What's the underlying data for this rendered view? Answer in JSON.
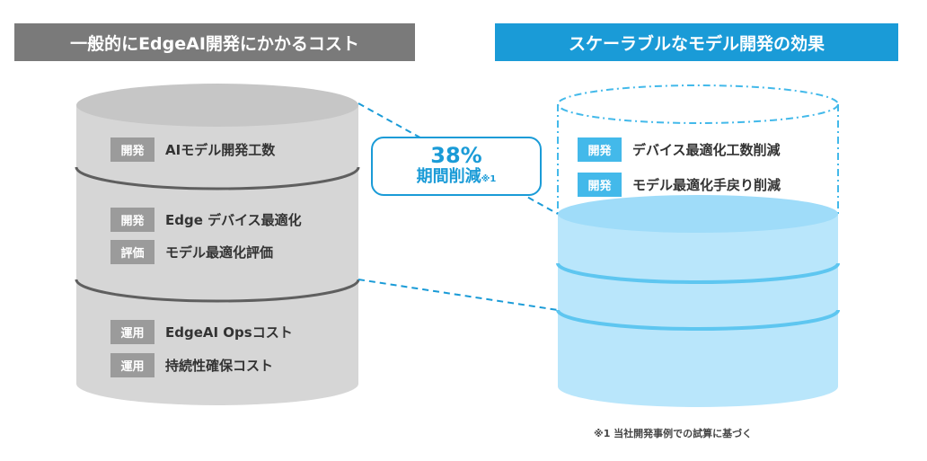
{
  "headers": {
    "left": "一般的にEdgeAI開発にかかるコスト",
    "right": "スケーラブルなモデル開発の効果"
  },
  "left_items": [
    {
      "tag": "開発",
      "label": "AIモデル開発工数"
    },
    {
      "tag": "開発",
      "label": "Edge デバイス最適化"
    },
    {
      "tag": "評価",
      "label": "モデル最適化評価"
    },
    {
      "tag": "運用",
      "label": "EdgeAI Opsコスト"
    },
    {
      "tag": "運用",
      "label": "持続性確保コスト"
    }
  ],
  "right_items": [
    {
      "tag": "開発",
      "label": "デバイス最適化工数削減"
    },
    {
      "tag": "開発",
      "label": "モデル最適化手戻り削減"
    }
  ],
  "callout": {
    "value": "38%",
    "text": "期間削減",
    "mark": "※1"
  },
  "footnote": "※1 当社開発事例での試算に基づく",
  "colors": {
    "gray_cylinder": "#d6d6d6",
    "gray_header": "#7a7a7a",
    "blue_header": "#1a9bd7",
    "blue_cylinder": "#b9e6fb",
    "tag_gray": "#9b9b9b",
    "tag_blue": "#43b9ea"
  }
}
